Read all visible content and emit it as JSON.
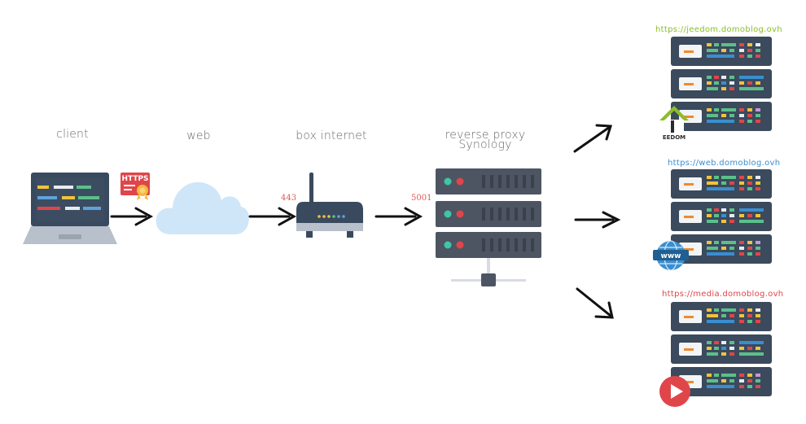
{
  "labels": {
    "client": "client",
    "web": "web",
    "box": "box internet",
    "proxy_line1": "reverse proxy",
    "proxy_line2": "Synology"
  },
  "ports": {
    "router": "443",
    "proxy": "5001"
  },
  "badge": {
    "https": "HTTPS"
  },
  "targets": [
    {
      "url": "https://jeedom.domoblog.ovh",
      "color": "#8cbd2a",
      "logo_text": "EEDOM"
    },
    {
      "url": "https://web.domoblog.ovh",
      "color": "#3a8ed0",
      "logo_text": "www"
    },
    {
      "url": "https://media.domoblog.ovh",
      "color": "#e0454a"
    }
  ],
  "colors": {
    "server_dark": "#3b4a5c",
    "rack_dark": "#4d5563",
    "cloud": "#cfe6f9",
    "laptop_screen": "#3a4a5e",
    "laptop_base": "#b8c0cb"
  }
}
